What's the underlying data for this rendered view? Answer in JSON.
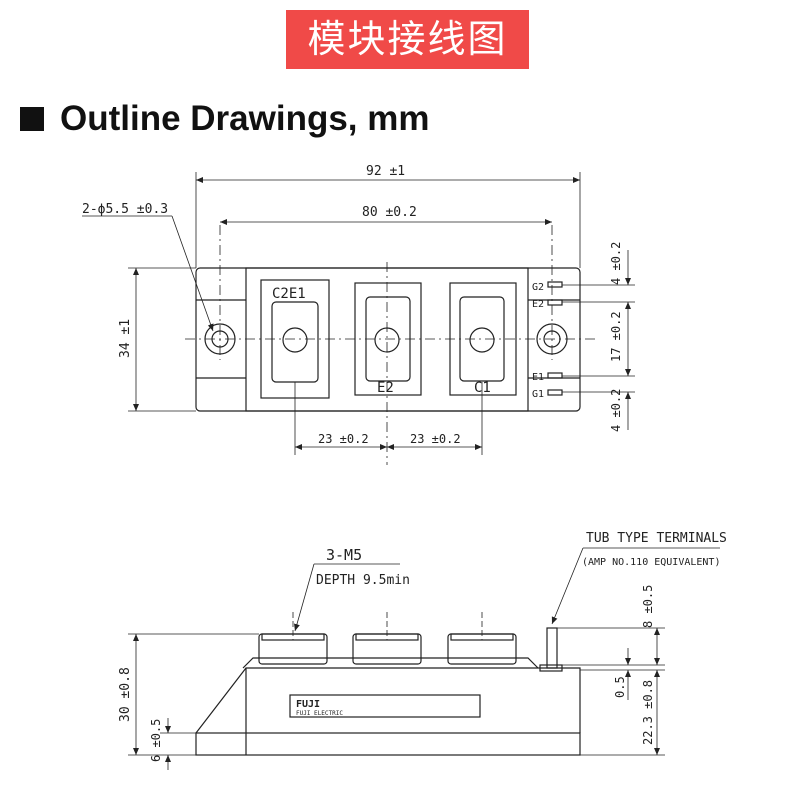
{
  "banner": {
    "title": "模块接线图",
    "color": "#f04a48"
  },
  "section": {
    "icon": "black-square-icon",
    "title": "Outline Drawings,  mm"
  },
  "top_view": {
    "dim_overall_width": "92 ±1",
    "dim_mount_pitch": "80 ±0.2",
    "dim_mount_holes": "2-ϕ5.5 ±0.3",
    "dim_height": "34 ±1",
    "dim_terminal_pitch_left": "23 ±0.2",
    "dim_terminal_pitch_right": "23 ±0.2",
    "dim_tab_top": "4 ±0.2",
    "dim_tab_mid": "17 ±0.2",
    "dim_tab_bottom": "4 ±0.2",
    "terminal_c2e1": "C2E1",
    "terminal_e2": "E2",
    "terminal_c1": "C1",
    "tab_g2": "G2",
    "tab_e2": "E2",
    "tab_e1": "E1",
    "tab_g1": "G1"
  },
  "side_view": {
    "callout_screw": "3-M5",
    "callout_depth": "DEPTH 9.5min",
    "callout_tub_line1": "TUB TYPE TERMINALS",
    "callout_tub_line2": "(AMP NO.110 EQUIVALENT)",
    "dim_total_height": "30 ±0.8",
    "dim_base": "6 ±0.5",
    "dim_tab_height": "8 ±0.5",
    "dim_tab_offset": "0.5",
    "dim_body_height": "22.3 ±0.8",
    "logo_text": "FUJI",
    "logo_subtext": "FUJI ELECTRIC"
  }
}
